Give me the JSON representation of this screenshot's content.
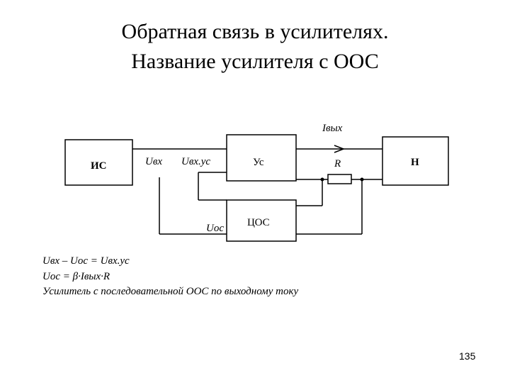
{
  "slide": {
    "title_line1": "Обратная связь в усилителях.",
    "title_line2": "Название усилителя с ООС",
    "page_number": "135"
  },
  "diagram": {
    "source_label": "ИС",
    "input_voltage": "Uвх",
    "amp_input_voltage": "Uвх.ус",
    "amplifier_label": "Ус",
    "output_current": "Iвых",
    "resistor_label": "R",
    "load_label": "Н",
    "feedback_circuit": "ЦОС",
    "feedback_voltage": "Uос"
  },
  "equations": {
    "line1": "Uвх – Uос = Uвх.ус",
    "line2": "Uос = β·Iвых·R",
    "line3": "Усилитель с последовательной ООС  по выходному току"
  }
}
